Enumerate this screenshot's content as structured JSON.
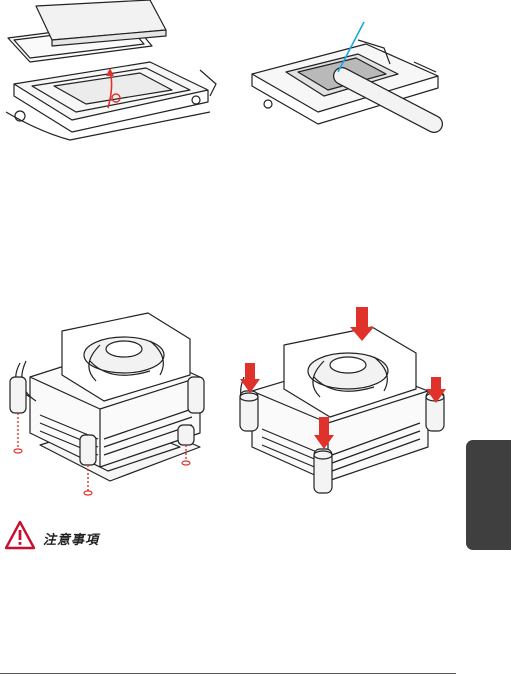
{
  "caution": {
    "label": "注意事項",
    "icon": "warning-triangle-icon",
    "icon_color": "#c8102e"
  },
  "side_tab": {
    "color": "#3f3f3f"
  },
  "figures": [
    {
      "name": "cpu-install",
      "icon": "cpu-socket-lift-icon",
      "arrow_color": "#e1312b"
    },
    {
      "name": "thermal-paste",
      "icon": "thermal-paste-applicator-icon",
      "marker_color": "#1aa6df"
    },
    {
      "name": "cooler-align",
      "icon": "cooler-align-pins-icon",
      "guide_color": "#e1312b"
    },
    {
      "name": "cooler-press",
      "icon": "cooler-press-pins-icon",
      "arrow_color": "#e1312b"
    }
  ]
}
